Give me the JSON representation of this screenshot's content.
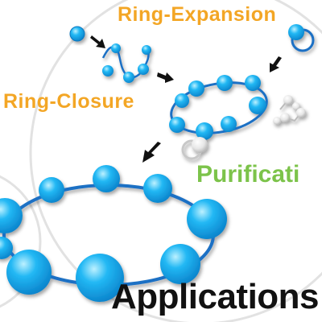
{
  "labels": {
    "ring_expansion": "Ring-Expansion",
    "ring_closure": "Ring-Closure",
    "purification": "Purificati",
    "applications": "Applications"
  },
  "colors": {
    "bead_fill": "#1aaaf0",
    "bead_stroke": "#0a78c0",
    "chain_stroke": "#1a6fc4",
    "arrow": "#111111",
    "orange_text": "#f3a625",
    "green_text": "#7cc34a",
    "black_text": "#111111",
    "faint_circle": "#dddddd",
    "grey_bead": "#e4e4e4"
  },
  "icons": {
    "arrow": "black-arrow-icon",
    "bead": "blue-sphere-icon",
    "impurity": "grey-sphere-icon"
  }
}
